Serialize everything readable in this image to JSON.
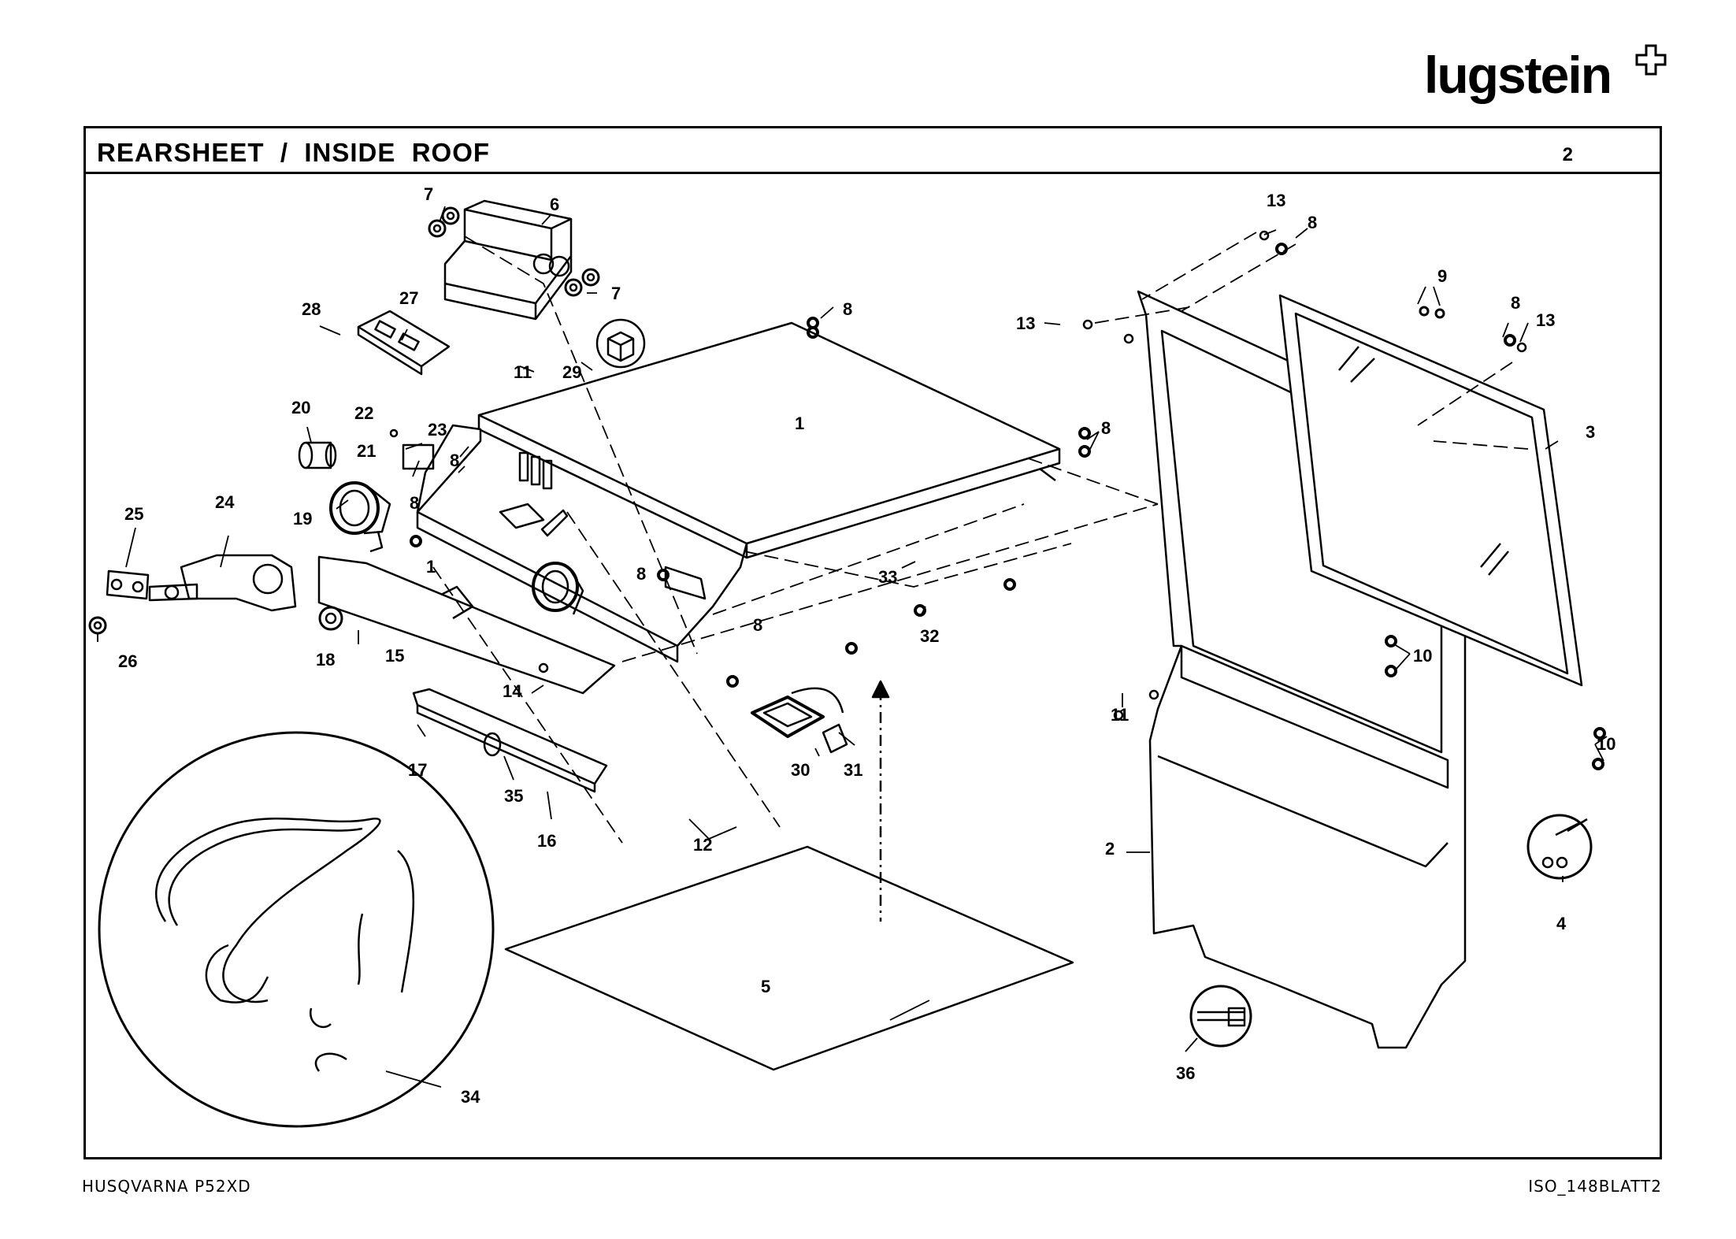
{
  "brand": {
    "logo_text": "lugstein"
  },
  "header": {
    "title": "REARSHEET  /  INSIDE  ROOF",
    "sheet_number": "2"
  },
  "footer": {
    "model": "HUSQVARNA  P52XD",
    "drawing_id": "ISO_148BLATT2"
  },
  "callouts": [
    {
      "id": "c1",
      "text": "1"
    },
    {
      "id": "c1b",
      "text": "1"
    },
    {
      "id": "c2",
      "text": "2"
    },
    {
      "id": "c3",
      "text": "3"
    },
    {
      "id": "c4",
      "text": "4"
    },
    {
      "id": "c5",
      "text": "5"
    },
    {
      "id": "c6",
      "text": "6"
    },
    {
      "id": "c7a",
      "text": "7"
    },
    {
      "id": "c7b",
      "text": "7"
    },
    {
      "id": "c8a",
      "text": "8"
    },
    {
      "id": "c8b",
      "text": "8"
    },
    {
      "id": "c8c",
      "text": "8"
    },
    {
      "id": "c8d",
      "text": "8"
    },
    {
      "id": "c8e",
      "text": "8"
    },
    {
      "id": "c8f",
      "text": "8"
    },
    {
      "id": "c8g",
      "text": "8"
    },
    {
      "id": "c8h",
      "text": "8"
    },
    {
      "id": "c9",
      "text": "9"
    },
    {
      "id": "c10a",
      "text": "10"
    },
    {
      "id": "c10b",
      "text": "10"
    },
    {
      "id": "c11a",
      "text": "11"
    },
    {
      "id": "c11b",
      "text": "11"
    },
    {
      "id": "c12",
      "text": "12"
    },
    {
      "id": "c13a",
      "text": "13"
    },
    {
      "id": "c13b",
      "text": "13"
    },
    {
      "id": "c13c",
      "text": "13"
    },
    {
      "id": "c14",
      "text": "14"
    },
    {
      "id": "c15",
      "text": "15"
    },
    {
      "id": "c16",
      "text": "16"
    },
    {
      "id": "c17",
      "text": "17"
    },
    {
      "id": "c18",
      "text": "18"
    },
    {
      "id": "c19",
      "text": "19"
    },
    {
      "id": "c20",
      "text": "20"
    },
    {
      "id": "c21",
      "text": "21"
    },
    {
      "id": "c22",
      "text": "22"
    },
    {
      "id": "c23",
      "text": "23"
    },
    {
      "id": "c24",
      "text": "24"
    },
    {
      "id": "c25",
      "text": "25"
    },
    {
      "id": "c26",
      "text": "26"
    },
    {
      "id": "c27",
      "text": "27"
    },
    {
      "id": "c28",
      "text": "28"
    },
    {
      "id": "c29",
      "text": "29"
    },
    {
      "id": "c30",
      "text": "30"
    },
    {
      "id": "c31",
      "text": "31"
    },
    {
      "id": "c32",
      "text": "32"
    },
    {
      "id": "c33",
      "text": "33"
    },
    {
      "id": "c34",
      "text": "34"
    },
    {
      "id": "c35",
      "text": "35"
    },
    {
      "id": "c36",
      "text": "36"
    }
  ],
  "colors": {
    "line": "#000000",
    "background": "#ffffff",
    "glass_tint": "#ffffff"
  }
}
